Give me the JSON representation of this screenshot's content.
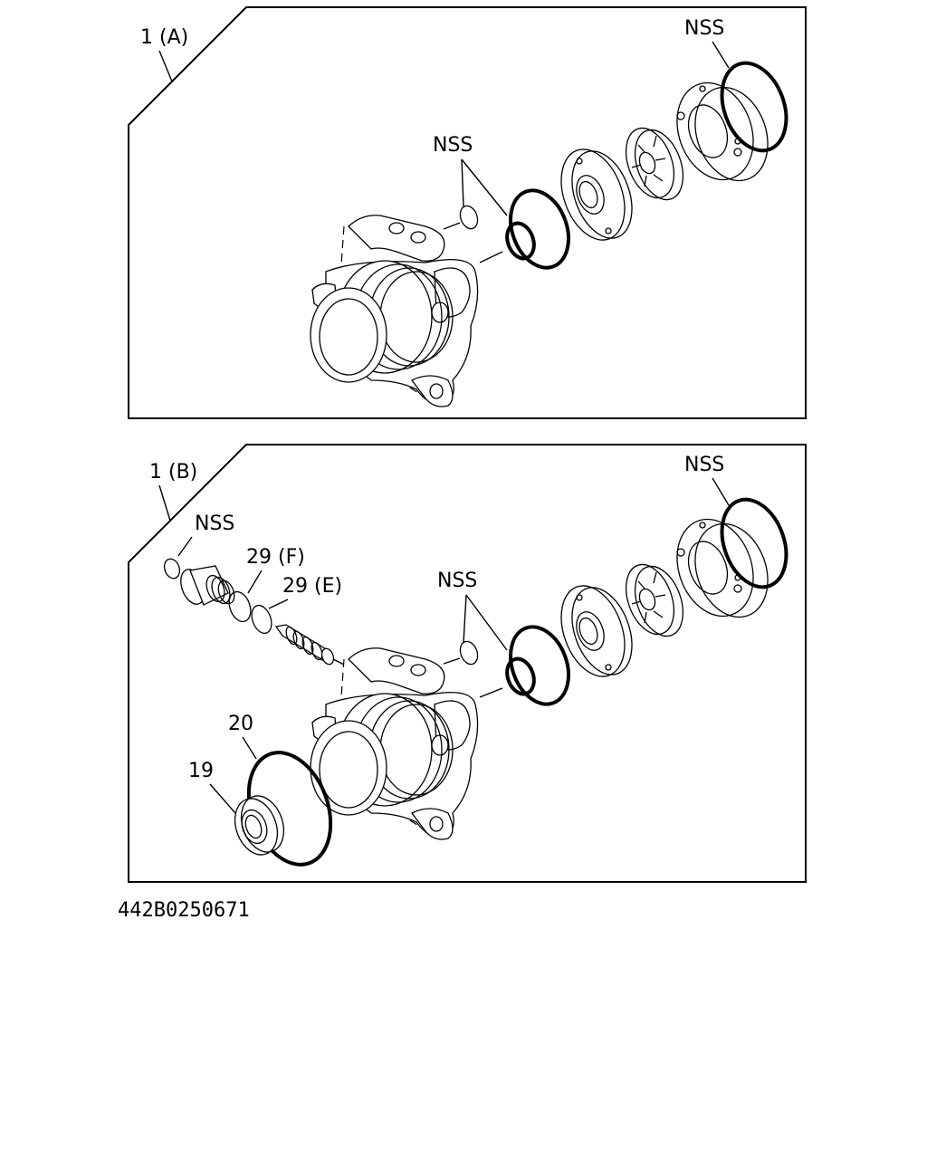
{
  "diagram": {
    "panel_a": {
      "assembly_label": "1 (A)",
      "nss_top": "NSS",
      "nss_mid": "NSS"
    },
    "panel_b": {
      "assembly_label": "1 (B)",
      "nss_top": "NSS",
      "nss_mid": "NSS",
      "nss_left": "NSS",
      "label_29f": "29 (F)",
      "label_29e": "29 (E)",
      "label_20": "20",
      "label_19": "19"
    },
    "figure_code": "442B0250671"
  }
}
